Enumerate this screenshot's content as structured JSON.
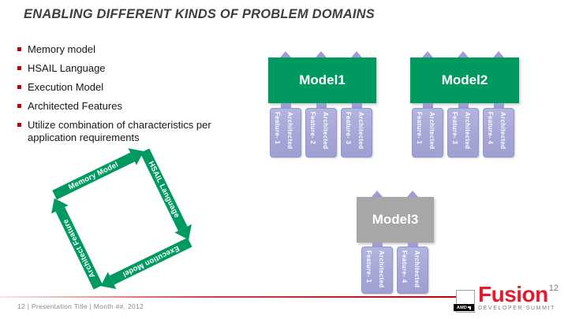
{
  "title": "ENABLING DIFFERENT KINDS OF PROBLEM DOMAINS",
  "bullets": [
    "Memory model",
    "HSAIL Language",
    "Execution Model",
    "Architected Features",
    "Utilize combination of characteristics per application requirements"
  ],
  "cycle": {
    "arrows": [
      "Memory Model",
      "HSAIL Language",
      "Execution Model",
      "Architect Feature"
    ]
  },
  "models": [
    {
      "name": "Model1",
      "features": [
        "Architected\nFeature- 1",
        "Architected\nFeature- 2",
        "Architected\nFeature- 3"
      ]
    },
    {
      "name": "Model2",
      "features": [
        "Architected\nFeature- 1",
        "Architected\nFeature- 3",
        "Architected\nFeature- 4"
      ]
    },
    {
      "name": "Model3",
      "features": [
        "Architected\nFeature- 1",
        "Architected\nFeature- 4"
      ]
    }
  ],
  "footer": {
    "text": "12  |  Presentation Title  |  Month ##, 2012"
  },
  "logo": {
    "amd": "AMD",
    "brand": "Fusion",
    "superscript": "12",
    "subtitle": "DEVELOPER SUMMIT"
  },
  "colors": {
    "green": "#009a60",
    "lavender": "#a6a7d7",
    "lavender_dark": "#9b9dd3",
    "model3_gray": "#a7a7a7",
    "bullet_red": "#c00000",
    "logo_red": "#e31c2d"
  }
}
